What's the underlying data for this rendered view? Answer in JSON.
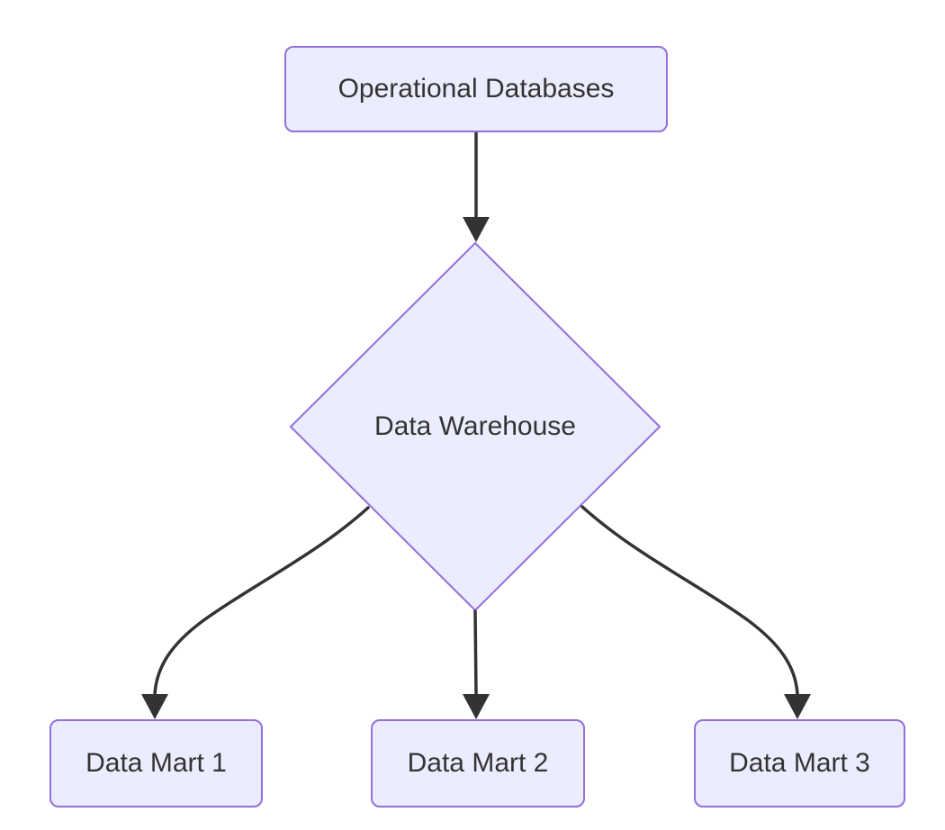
{
  "diagram": {
    "type": "flowchart",
    "direction": "top-down",
    "nodes": {
      "operational_databases": {
        "label": "Operational Databases",
        "shape": "rounded-rectangle"
      },
      "data_warehouse": {
        "label": "Data Warehouse",
        "shape": "diamond"
      },
      "data_mart_1": {
        "label": "Data Mart 1",
        "shape": "rounded-rectangle"
      },
      "data_mart_2": {
        "label": "Data Mart 2",
        "shape": "rounded-rectangle"
      },
      "data_mart_3": {
        "label": "Data Mart 3",
        "shape": "rounded-rectangle"
      }
    },
    "edges": [
      {
        "from": "Operational Databases",
        "to": "Data Warehouse",
        "arrow": "filled-triangle",
        "style": "straight"
      },
      {
        "from": "Data Warehouse",
        "to": "Data Mart 1",
        "arrow": "filled-triangle",
        "style": "curved"
      },
      {
        "from": "Data Warehouse",
        "to": "Data Mart 2",
        "arrow": "filled-triangle",
        "style": "straight"
      },
      {
        "from": "Data Warehouse",
        "to": "Data Mart 3",
        "arrow": "filled-triangle",
        "style": "curved"
      }
    ],
    "colors": {
      "node_fill": "#ECECFF",
      "node_border": "#9370DB",
      "edge_stroke": "#333333",
      "label_text": "#333333",
      "background": "#FFFFFF"
    }
  }
}
